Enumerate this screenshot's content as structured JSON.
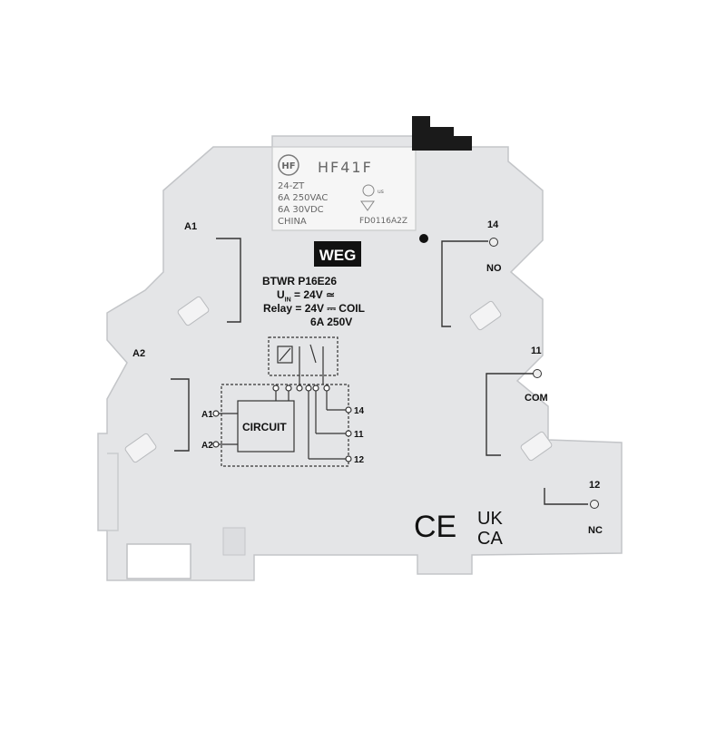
{
  "relay": {
    "model": "HF41F",
    "line1": "24-ZT",
    "line2": "6A  250VAC",
    "line3": "6A  30VDC",
    "line4": "CHINA",
    "code": "FD0116A2Z",
    "us_mark": "us"
  },
  "brand": "WEG",
  "product": {
    "code": "BTWR P16E26",
    "uin": "U",
    "uin_sub": "IN",
    "uin_value": "= 24V ≃",
    "relay_rating": "Relay = 24V ⎓ COIL",
    "contact_rating": "6A  250V"
  },
  "terminals": {
    "a1": "A1",
    "a2": "A2",
    "t14": "14",
    "no": "NO",
    "t11": "11",
    "com": "COM",
    "t12": "12",
    "nc": "NC"
  },
  "diagram": {
    "circuit": "CIRCUIT",
    "a1": "A1",
    "a2": "A2",
    "t14": "14",
    "t11": "11",
    "t12": "12"
  },
  "certifications": {
    "ce": "CE",
    "ukca_top": "UK",
    "ukca_bottom": "CA"
  },
  "colors": {
    "housing": "#e4e5e7",
    "relay_white": "#f6f6f6",
    "latch": "#1a1a1a"
  }
}
